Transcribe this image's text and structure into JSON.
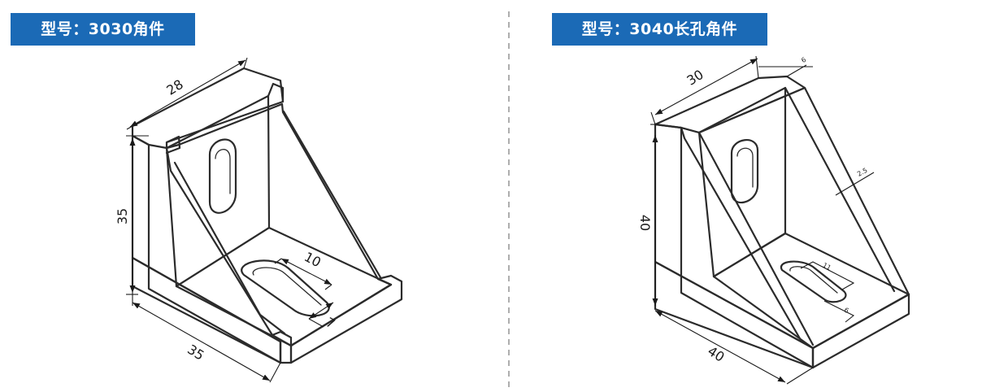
{
  "left_panel": {
    "title": "型号：3030角件",
    "dims": {
      "top_width": "28",
      "height": "35",
      "bottom_length": "35",
      "slot_length": "10",
      "slot_width": "7"
    }
  },
  "right_panel": {
    "title": "型号：3040长孔角件",
    "dims": {
      "top_width": "30",
      "height": "40",
      "bottom_length": "40",
      "top_offset": "6",
      "rib_thickness": "2.5",
      "slot_length": "11",
      "slot_width": "6"
    }
  },
  "colors": {
    "badge_bg": "#1b6ab6",
    "badge_text": "#ffffff",
    "face_fill": "#f2f2f2",
    "face_shade": "#e1e1e1",
    "line": "#2b2b2b",
    "divider": "#9a9a9a"
  }
}
